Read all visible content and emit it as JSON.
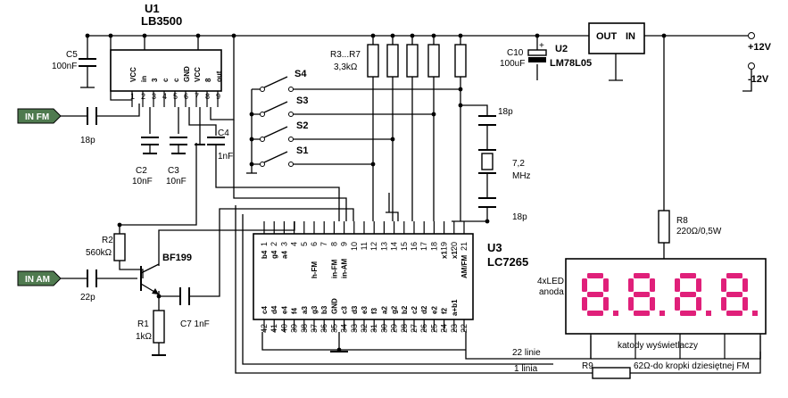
{
  "colors": {
    "wire": "#000000",
    "led_on": "#e0207a",
    "led_off": "#b08898",
    "port_fill": "#4f7a4f"
  },
  "icons": {
    "capacitor": "capacitor-icon",
    "resistor": "resistor-icon",
    "switch": "switch-icon",
    "crystal": "crystal-icon",
    "transistor": "npn-transistor-icon",
    "display": "seven-segment-display-icon",
    "port": "input-port-icon",
    "ground": "ground-icon"
  },
  "u1": {
    "ref": "U1",
    "part": "LB3500",
    "pins_top": [
      "VCC",
      "in",
      "3",
      "c",
      "c",
      "GND",
      "VCC",
      "8",
      "out"
    ],
    "pin_numbers": [
      "1",
      "2",
      "3",
      "4",
      "5",
      "6",
      "7",
      "8",
      "9"
    ]
  },
  "u2": {
    "ref": "U2",
    "part": "LM78L05",
    "out": "OUT",
    "in": "IN"
  },
  "u3": {
    "ref": "U3",
    "part": "LC7265",
    "pins_top": [
      "1",
      "2",
      "3",
      "4",
      "5",
      "6",
      "7",
      "8",
      "9",
      "10",
      "11",
      "12",
      "13",
      "14",
      "15",
      "16",
      "17",
      "18",
      "19",
      "20",
      "21"
    ],
    "labels_top": [
      "b4",
      "g4",
      "a4",
      "",
      "",
      "h-FM",
      "",
      "in-FM",
      "in-AM",
      "",
      "",
      "",
      "",
      "",
      "",
      "",
      "",
      "",
      "x1",
      "x1'",
      "AM/FM"
    ],
    "pins_bottom": [
      "42",
      "41",
      "40",
      "39",
      "38",
      "37",
      "36",
      "35",
      "34",
      "33",
      "32",
      "31",
      "30",
      "29",
      "28",
      "27",
      "26",
      "25",
      "24",
      "23",
      "22"
    ],
    "labels_bottom": [
      "c4",
      "d4",
      "e4",
      "f4",
      "a3",
      "g3",
      "b3",
      "GND",
      "c3",
      "d3",
      "e3",
      "f3",
      "a2",
      "g2",
      "b2",
      "c2",
      "d2",
      "e2",
      "f2",
      "a+b1",
      ""
    ]
  },
  "inputs": {
    "fm": "IN FM",
    "am": "IN AM"
  },
  "power": {
    "pos": "+12V",
    "neg": "-12V"
  },
  "capacitors": {
    "c5": {
      "ref": "C5",
      "value": "100nF"
    },
    "c2": {
      "ref": "C2",
      "value": "10nF"
    },
    "c3": {
      "ref": "C3",
      "value": "10nF"
    },
    "c4": {
      "ref": "C4",
      "value": "1nF"
    },
    "c10": {
      "ref": "C10",
      "value": "100uF",
      "polarity": "+"
    },
    "c7": {
      "ref": "C7 1nF"
    },
    "fm_in": {
      "value": "18p"
    },
    "am_in": {
      "value": "22p"
    },
    "xtal_top": {
      "value": "18p"
    },
    "xtal_bottom": {
      "value": "18p"
    }
  },
  "resistors": {
    "r3_7": {
      "ref": "R3...R7",
      "value": "3,3kΩ"
    },
    "r2": {
      "ref": "R2",
      "value": "560kΩ"
    },
    "r1": {
      "ref": "R1",
      "value": "1kΩ"
    },
    "r8": {
      "ref": "R8",
      "value": "220Ω/0,5W"
    },
    "r9": {
      "ref": "R9",
      "value": "62Ω-do kropki dziesiętnej FM"
    }
  },
  "switches": [
    "S4",
    "S3",
    "S2",
    "S1"
  ],
  "crystal": {
    "freq": "7,2",
    "unit": "MHz"
  },
  "transistor": {
    "part": "BF199"
  },
  "display": {
    "desc_line1": "4xLED",
    "desc_line2": "anoda",
    "cathodes": "katody wyświetlaczy",
    "digits": "8.8.8.8."
  },
  "buses": {
    "bus22": "22 linie",
    "bus1": "1 linia"
  }
}
